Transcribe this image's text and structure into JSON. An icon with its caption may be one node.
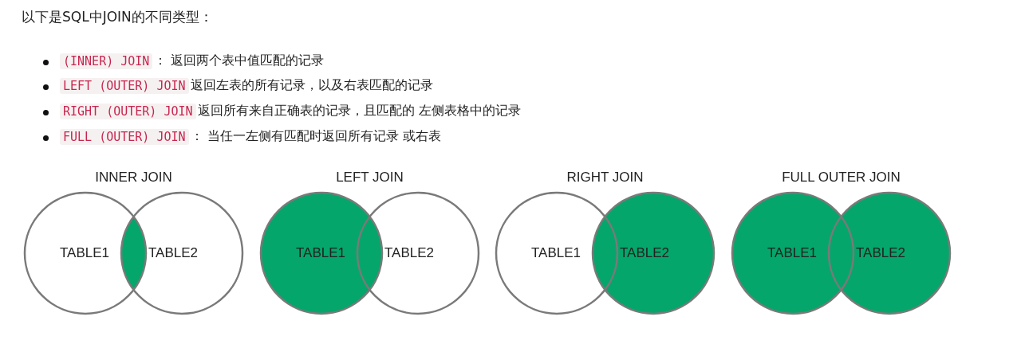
{
  "diagram": {
    "title": "以下是SQL中JOIN的不同类型：",
    "nodes": [
      {
        "text": [
          "TABLE1"
        ]
      },
      {
        "text": [
          "TABLE2"
        ]
      },
      {
        "text": [
          "TABLE1"
        ]
      },
      {
        "text": [
          "TABLE2"
        ]
      },
      {
        "text": [
          "TABLE1"
        ]
      },
      {
        "text": [
          "TABLE2"
        ]
      },
      {
        "text": [
          "TABLE1"
        ]
      },
      {
        "text": [
          "TABLE2"
        ]
      }
    ],
    "edges": [],
    "labels": [
      "(INNER) JOIN",
      "： 返回两个表中值匹配的记录",
      "LEFT (OUTER) JOIN",
      "返回左表的所有记录，以及右表匹配的记录",
      "RIGHT (OUTER) JOIN",
      "返回所有来自正确表的记录，且匹配的 左侧表格中的记录",
      "FULL (OUTER) JOIN",
      "： 当任一左侧有匹配时返回所有记录 或右表",
      "INNER JOIN",
      "LEFT JOIN",
      "RIGHT JOIN",
      "FULL OUTER JOIN"
    ]
  }
}
